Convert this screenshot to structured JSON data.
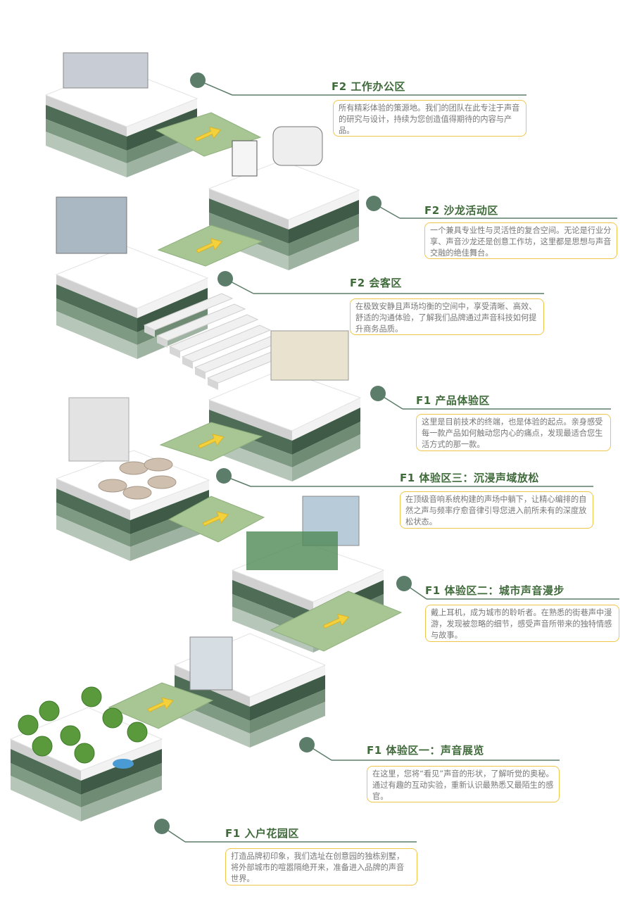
{
  "zones": [
    {
      "title": "F2 工作办公区",
      "desc": "所有精彩体验的策源地。我们的团队在此专注于声音的研究与设计，持续为您创造值得期待的内容与产品。"
    },
    {
      "title": "F2 沙龙活动区",
      "desc": "一个兼具专业性与灵活性的复合空间。无论是行业分享、声音沙龙还是创意工作坊，这里都是思想与声音交融的绝佳舞台。"
    },
    {
      "title": "F2 会客区",
      "desc": "在极致安静且声场均衡的空间中，享受清晰、高效、舒适的沟通体验，了解我们品牌通过声音科技如何提升商务品质。"
    },
    {
      "title": "F1 产品体验区",
      "desc": "这里是目前技术的终端，也是体验的起点。亲身感受每一款产品如何触动您内心的痛点，发现最适合您生活方式的那一款。"
    },
    {
      "title": "F1 体验区三：沉浸声域放松",
      "desc": "在顶级音响系统构建的声场中躺下，让精心编排的自然之声与频率疗愈音律引导您进入前所未有的深度放松状态。"
    },
    {
      "title": "F1 体验区二：城市声音漫步",
      "desc": "戴上耳机，成为城市的聆听者。在熟悉的街巷声中漫游，发现被忽略的细节，感受声音所带来的独特情感与故事。"
    },
    {
      "title": "F1 体验区一：声音展览",
      "desc": " 在这里，您将“看见”声音的形状，了解听觉的奥秘。通过有趣的互动实验，重新认识最熟悉又最陌生的感官。"
    },
    {
      "title": "F1 入户花园区",
      "desc": "打造品牌初印象，我们选址在创意园的独栋别墅，将外部城市的喧嚣隔绝开来，准备进入品牌的声音世界。"
    }
  ],
  "colors": {
    "accent": "#5b7d69",
    "title": "#3f6a3a",
    "box_border": "#f0c64a",
    "bridge": "#a8c594",
    "arrow": "#f3d13c"
  }
}
